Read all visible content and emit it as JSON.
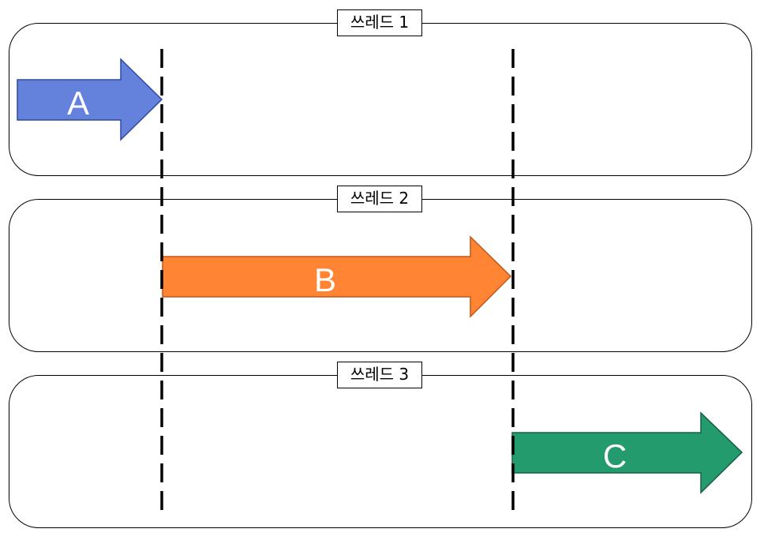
{
  "lanes": [
    {
      "label": "쓰레드 1"
    },
    {
      "label": "쓰레드 2"
    },
    {
      "label": "쓰레드 3"
    }
  ],
  "arrows": [
    {
      "label": "A",
      "color": "#6481DB",
      "stroke": "#2F4A9E",
      "text_color": "#ffffff"
    },
    {
      "label": "B",
      "color": "#FF8535",
      "stroke": "#C0561A",
      "text_color": "#ffffff"
    },
    {
      "label": "C",
      "color": "#239B6C",
      "stroke": "#156148",
      "text_color": "#ffffff"
    }
  ],
  "divider_color": "#000000"
}
